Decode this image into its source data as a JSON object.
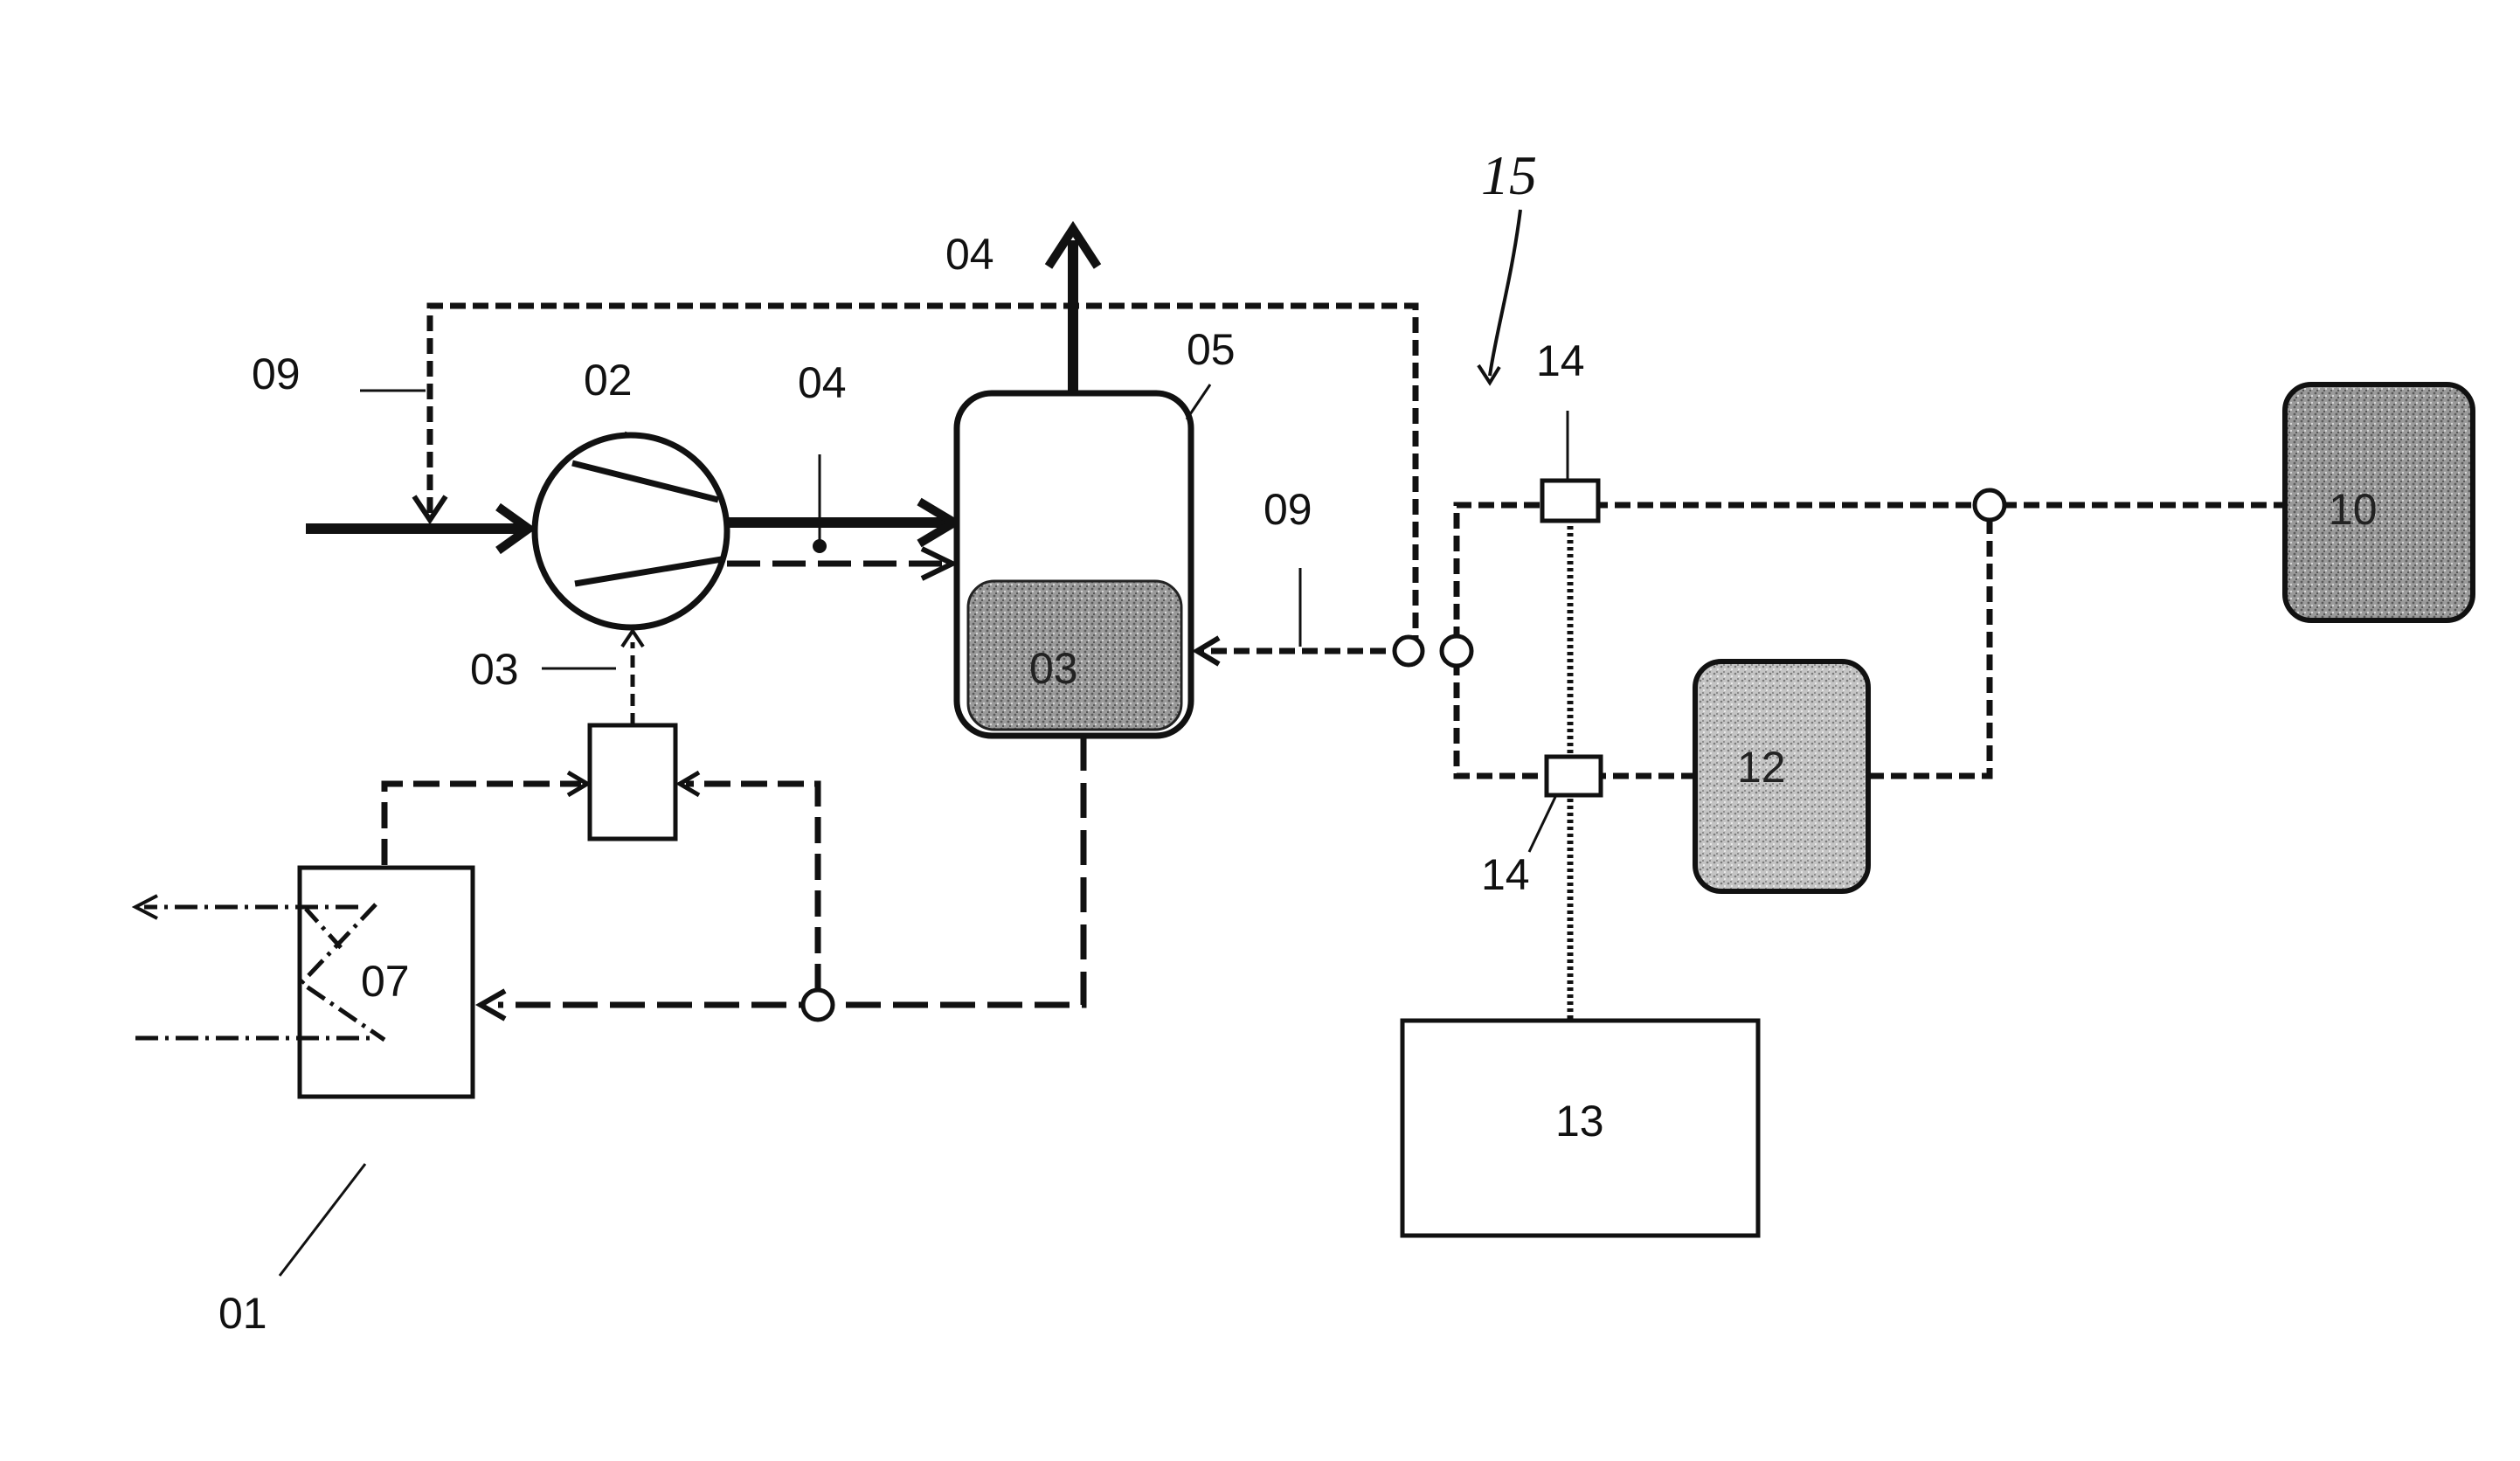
{
  "labels": {
    "system": "01",
    "compressor": "02",
    "fuel_tank_pointer": "03",
    "fuel": "03",
    "exhaust_top": "04",
    "exhaust_mid": "04",
    "vessel": "05",
    "unit": "07",
    "line_left": "09",
    "line_right": "09",
    "storage_a": "10",
    "storage_b": "12",
    "controller": "13",
    "sensor_top": "14",
    "sensor_bottom": "14",
    "subsystem": "15"
  },
  "colors": {
    "ink": "#111111",
    "fill_stipple": "#8a8a8a",
    "fill_stipple_light": "#bdbdbd",
    "background": "#ffffff"
  }
}
